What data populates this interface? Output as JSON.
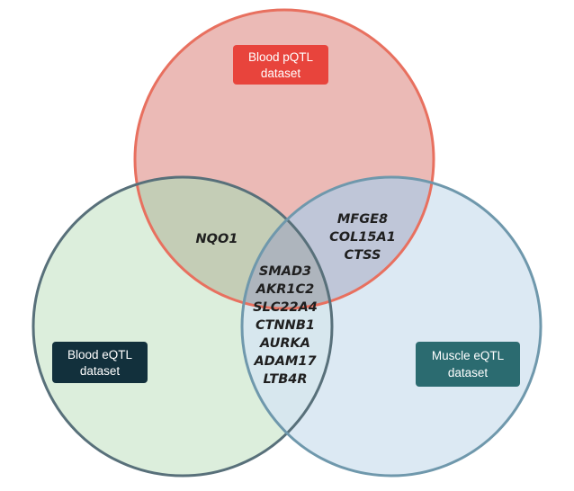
{
  "sets": [
    {
      "id": "pqtl",
      "label_lines": [
        "Blood pQTL",
        "dataset"
      ],
      "fill": "#e9b2ae",
      "stroke": "#e8705f",
      "label_bg": "#e8443c"
    },
    {
      "id": "blood-eqtl",
      "label_lines": [
        "Blood eQTL",
        "dataset"
      ],
      "fill": "#dceedc",
      "stroke": "#58707a",
      "label_bg": "#12303c"
    },
    {
      "id": "muscle-eqtl",
      "label_lines": [
        "Muscle eQTL",
        "dataset"
      ],
      "fill": "#d6e5f1",
      "stroke": "#6f98ac",
      "label_bg": "#2b6b70"
    }
  ],
  "regions": {
    "pqtl_blood": [
      "NQO1"
    ],
    "pqtl_muscle": [
      "MFGE8",
      "COL15A1",
      "CTSS"
    ],
    "all_three": [
      "SMAD3",
      "AKR1C2",
      "SLC22A4",
      "CTNNB1",
      "AURKA",
      "ADAM17",
      "LTB4R"
    ]
  }
}
